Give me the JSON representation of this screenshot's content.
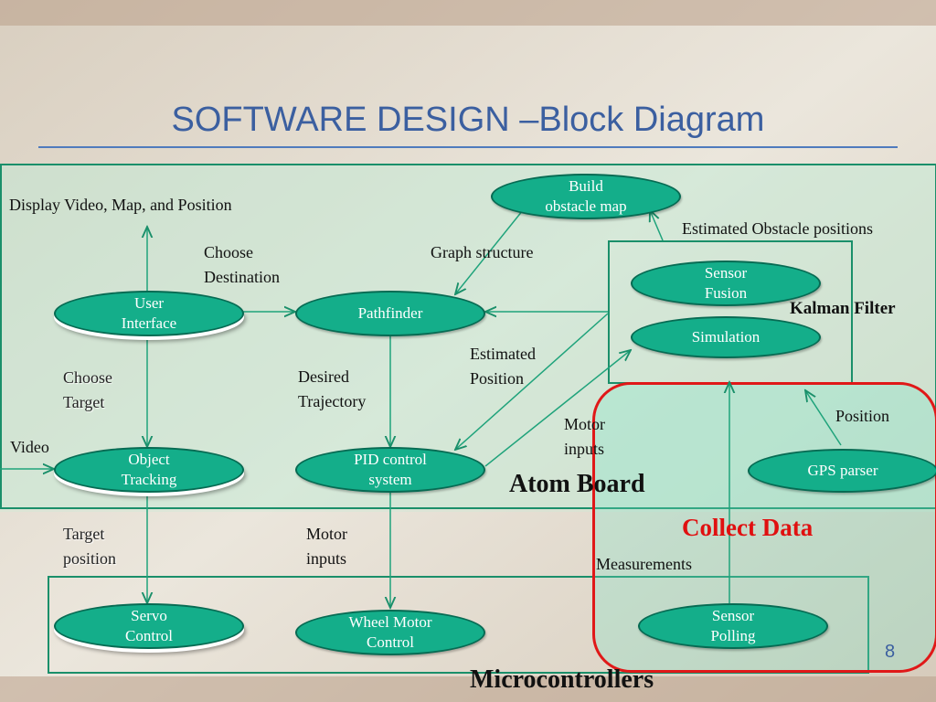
{
  "title": "SOFTWARE DESIGN –Block Diagram",
  "page_number": "8",
  "nodes": {
    "build_obstacle_map": [
      "Build",
      "obstacle map"
    ],
    "user_interface": [
      "User",
      "Interface"
    ],
    "pathfinder": [
      "Pathfinder"
    ],
    "sensor_fusion": [
      "Sensor",
      "Fusion"
    ],
    "simulation": [
      "Simulation"
    ],
    "object_tracking": [
      "Object",
      "Tracking"
    ],
    "pid_control": [
      "PID control",
      "system"
    ],
    "gps_parser": [
      "GPS parser"
    ],
    "servo_control": [
      "Servo",
      "Control"
    ],
    "wheel_motor_control": [
      "Wheel Motor",
      "Control"
    ],
    "sensor_polling": [
      "Sensor",
      "Polling"
    ]
  },
  "edge_labels": {
    "display": "Display Video, Map, and Position",
    "choose_destination": [
      "Choose",
      "Destination"
    ],
    "graph_structure": "Graph structure",
    "estimated_obstacle": "Estimated Obstacle positions",
    "choose_target": [
      "Choose",
      "Target"
    ],
    "desired_trajectory": [
      "Desired",
      "Trajectory"
    ],
    "estimated_position": [
      "Estimated",
      "Position"
    ],
    "motor_inputs_upper": [
      "Motor",
      "inputs"
    ],
    "position": "Position",
    "video": "Video",
    "target_position": [
      "Target",
      "position"
    ],
    "motor_inputs_lower": [
      "Motor",
      "inputs"
    ],
    "measurements": "Measurements"
  },
  "groups": {
    "kalman_filter": "Kalman Filter",
    "atom_board": "Atom Board",
    "collect_data": "Collect Data",
    "microcontrollers": "Microcontrollers"
  },
  "colors": {
    "node_fill": "#14ae8a",
    "box_border": "#1a8f6a",
    "collect_data": "#e01010",
    "title": "#3b5fa0"
  }
}
